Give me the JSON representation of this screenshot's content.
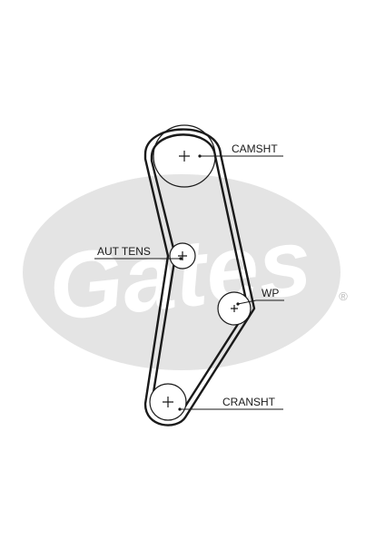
{
  "diagram": {
    "watermark": {
      "brand": "Gates",
      "registered_mark": "®",
      "oval_color": "#e4e4e4",
      "text_color": "#ffffff"
    },
    "belt": {
      "color": "#1a1a1a"
    },
    "pulleys": [
      {
        "id": "camshaft",
        "label": "CAMSHT"
      },
      {
        "id": "auto-tensioner",
        "label": "AUT TENS"
      },
      {
        "id": "water-pump",
        "label": "WP"
      },
      {
        "id": "crankshaft",
        "label": "CRANSHT"
      }
    ]
  }
}
